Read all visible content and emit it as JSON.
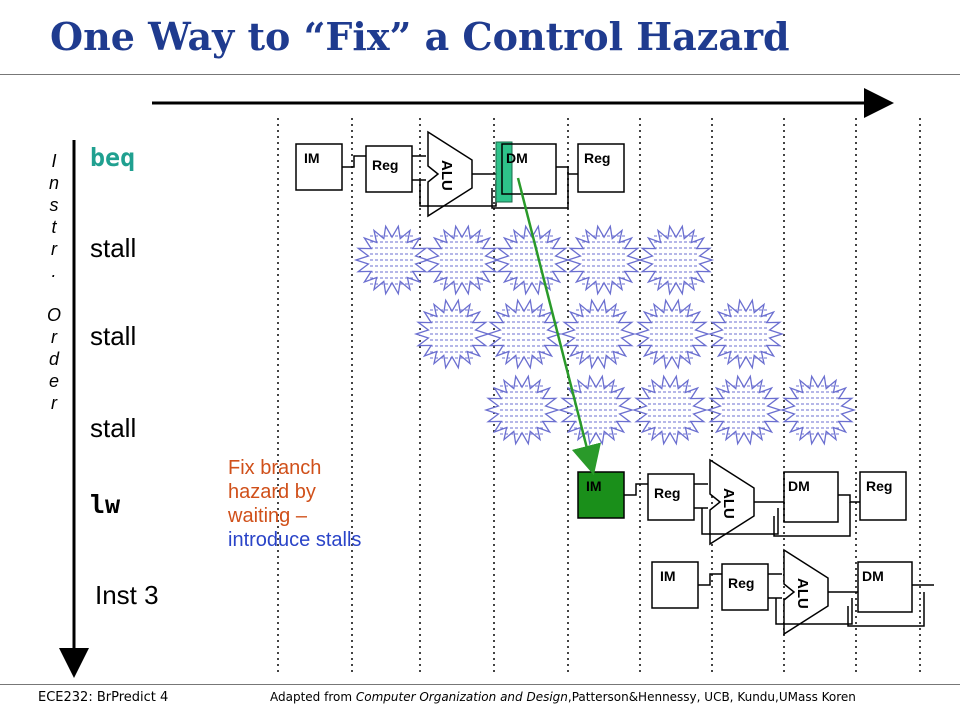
{
  "slide": {
    "title": "One Way to “Fix” a Control Hazard"
  },
  "axis": {
    "order_label": [
      "I",
      "n",
      "s",
      "t",
      "r",
      ".",
      "",
      "O",
      "r",
      "d",
      "e",
      "r"
    ]
  },
  "rows": [
    {
      "label": "beq",
      "style": "mono-teal"
    },
    {
      "label": "stall",
      "style": "plain"
    },
    {
      "label": "stall",
      "style": "plain"
    },
    {
      "label": "stall",
      "style": "plain"
    },
    {
      "label": "lw",
      "style": "mono"
    },
    {
      "label": "Inst 3",
      "style": "plain"
    }
  ],
  "pipeline_stages": {
    "im": "IM",
    "reg": "Reg",
    "alu": "ALU",
    "dm": "DM",
    "reg_wb": "Reg"
  },
  "note": {
    "line1": "Fix branch",
    "line2": "hazard by",
    "line3": "waiting –",
    "line4": "introduce stalls"
  },
  "footer": {
    "left": "ECE232: BrPredict 4",
    "right_prefix": "Adapted from ",
    "right_italic": "Computer Organization and Design",
    "right_suffix": ",Patterson&Hennessy, UCB, Kundu,UMass  Koren"
  },
  "colors": {
    "title": "#1f3b8f",
    "beq_label": "#20a090",
    "highlight_im": "#1a8f1a",
    "highlight_dm": "#2ec28a",
    "arrow": "#2a9a2a",
    "note_orange": "#d0501a",
    "note_blue": "#2a44c8",
    "bubble": "#6b6fd0"
  }
}
